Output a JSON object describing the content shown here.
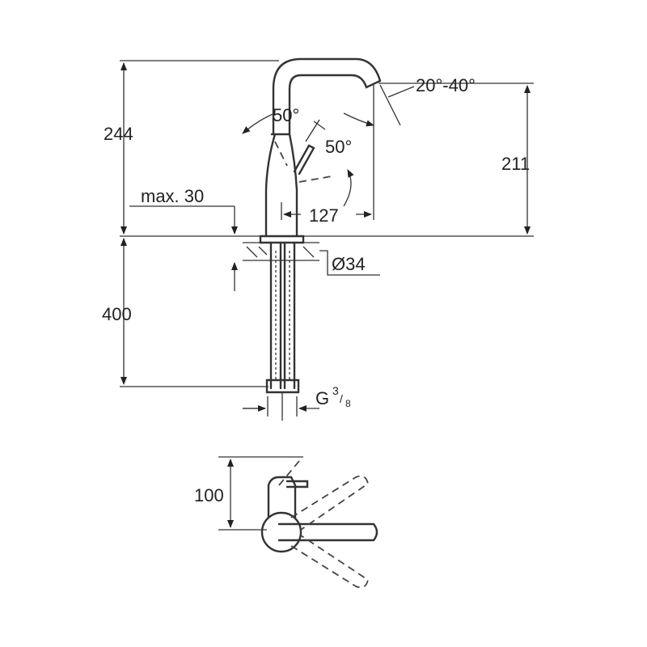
{
  "diagram": {
    "dimensions": {
      "total_height": "244",
      "spout_height": "211",
      "spout_swivel": "20°-40°",
      "lever_angle_1": "50°",
      "lever_angle_2": "50°",
      "max_thickness": "max. 30",
      "spout_reach": "127",
      "hole_diameter": "Ø34",
      "hose_length": "400",
      "connection_main": "G",
      "connection_num": "3",
      "connection_den": "8",
      "top_view_depth": "100"
    },
    "line_color": "#333333",
    "background": "#ffffff"
  }
}
